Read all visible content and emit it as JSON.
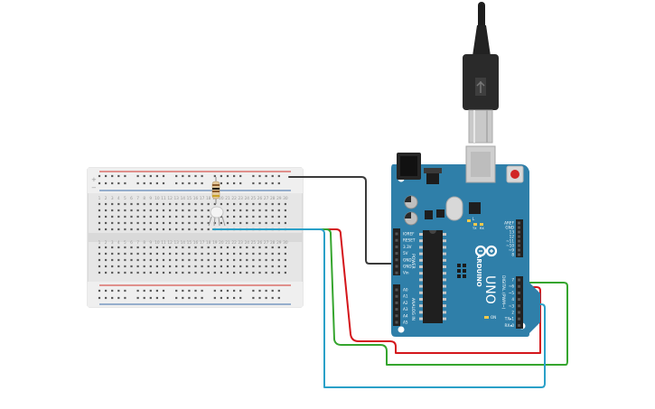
{
  "board": {
    "logo_text": "ARDUINO",
    "model": "UNO",
    "aref": "AREF",
    "gnd": "GND",
    "digital_caption": "DIGITAL (PWM~)",
    "digital_pins": [
      "13",
      "12",
      "~11",
      "~10",
      "~9",
      "8",
      "7",
      "~6",
      "~5",
      "4",
      "~3",
      "2",
      "TX▸1",
      "RX◂0"
    ],
    "power_caption": "POWER",
    "power_pins": [
      "IOREF",
      "RESET",
      "3.3V",
      "5V",
      "GND",
      "GND",
      "Vin"
    ],
    "analog_caption": "ANALOG IN",
    "analog_pins": [
      "A0",
      "A1",
      "A2",
      "A3",
      "A4",
      "A5"
    ],
    "led_labels": [
      "L",
      "TX",
      "RX"
    ],
    "on_label": "ON"
  },
  "breadboard": {
    "column_numbers": [
      "1",
      "2",
      "3",
      "4",
      "5",
      "6",
      "7",
      "8",
      "9",
      "10",
      "11",
      "12",
      "13",
      "14",
      "15",
      "16",
      "17",
      "18",
      "19",
      "20",
      "21",
      "22",
      "23",
      "24",
      "25",
      "26",
      "27",
      "28",
      "29",
      "30"
    ],
    "rail_signs": [
      "+",
      "−"
    ]
  },
  "colors": {
    "board": "#2f7fa9",
    "wire_black": "#3a3a3a",
    "wire_red": "#d4161b",
    "wire_green": "#35a52e",
    "wire_blue": "#2aa0c8",
    "rail_red": "#d2302a",
    "rail_blue": "#3d6ea8"
  },
  "components": [
    "usb-cable",
    "arduino-uno",
    "breadboard",
    "resistor",
    "rgb-led"
  ]
}
